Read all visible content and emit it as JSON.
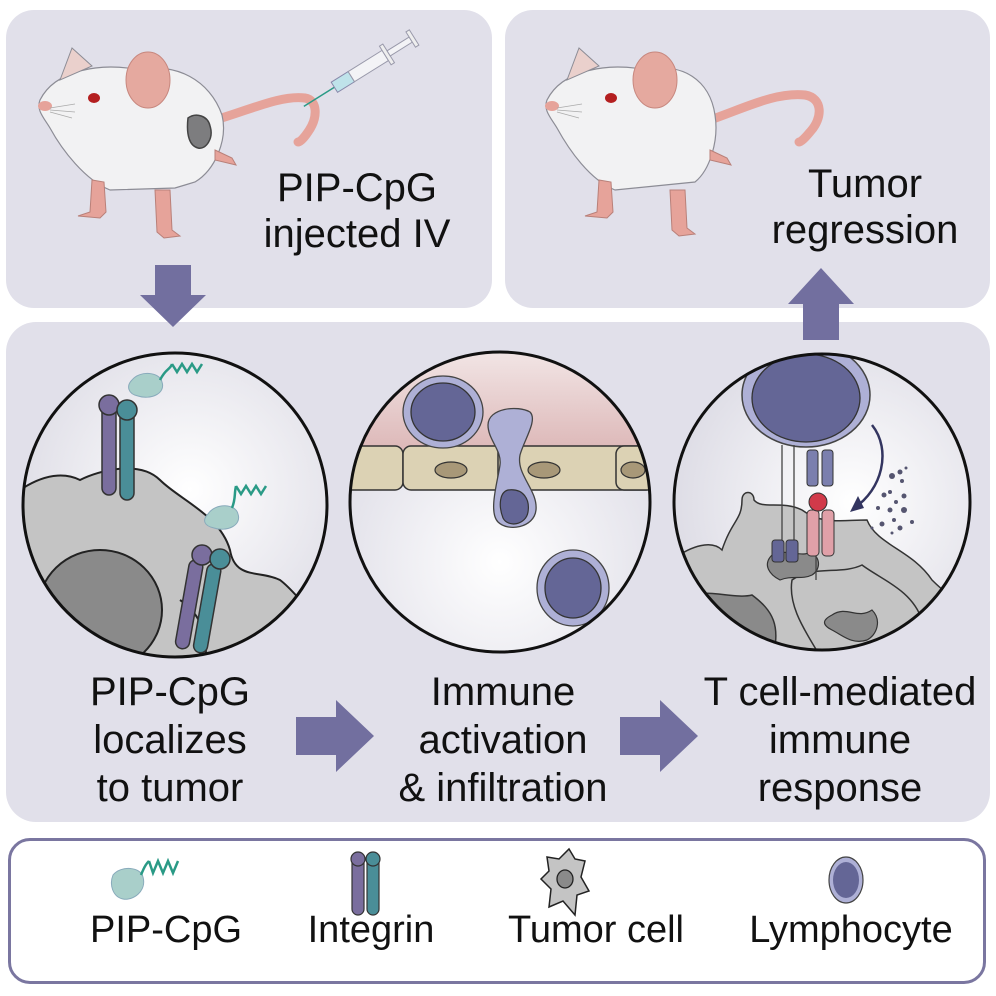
{
  "top_left": {
    "caption_line1": "PIP-CpG",
    "caption_line2": "injected IV",
    "icons": [
      "mouse-with-tumor-icon",
      "syringe-icon"
    ]
  },
  "top_right": {
    "caption_line1": "Tumor",
    "caption_line2": "regression",
    "icons": [
      "healthy-mouse-icon"
    ]
  },
  "steps": [
    {
      "line1": "PIP-CpG",
      "line2": "localizes",
      "line3": "to tumor",
      "icon": "tumor-binding-circle-icon"
    },
    {
      "line1": "Immune",
      "line2": "activation",
      "line3": "& infiltration",
      "icon": "immune-infiltration-circle-icon"
    },
    {
      "line1": "T cell-mediated",
      "line2": "immune",
      "line3": "response",
      "icon": "t-cell-response-circle-icon"
    }
  ],
  "legend": {
    "items": [
      {
        "label": "PIP-CpG",
        "icon": "pip-cpg-icon"
      },
      {
        "label": "Integrin",
        "icon": "integrin-icon"
      },
      {
        "label": "Tumor cell",
        "icon": "tumor-cell-icon"
      },
      {
        "label": "Lymphocyte",
        "icon": "lymphocyte-icon"
      }
    ]
  },
  "colors": {
    "panel_bg": "#e1e0ea",
    "arrow": "#726f9f",
    "legend_border": "#7a76a0",
    "integrin_purple": "#7a6e9e",
    "integrin_teal": "#4a8e98",
    "pip_protein": "#a9cfca",
    "cpg_strand": "#2a9a86",
    "tumor_gray": "#c4c4c4",
    "nucleus_gray": "#8a8a8a",
    "lymphocyte_outer": "#aeb0d6",
    "lymphocyte_inner": "#646696",
    "mouse_pink": "#e6a39a"
  }
}
